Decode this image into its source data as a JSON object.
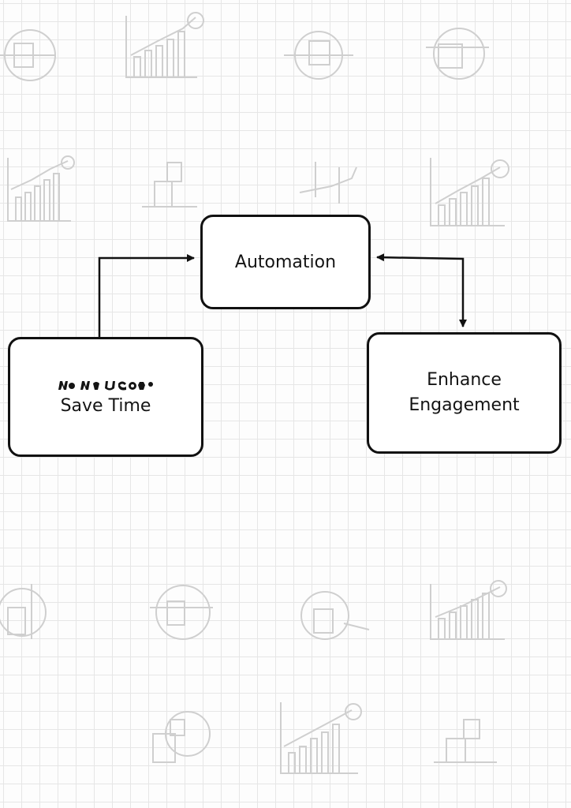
{
  "diagram": {
    "nodes": {
      "automation": {
        "label": "Automation"
      },
      "save_time": {
        "label": "Save Time"
      },
      "enhance_engagement": {
        "line1": "Enhance",
        "line2": "Engagement"
      }
    },
    "edges": [
      {
        "from": "save_time",
        "to": "automation",
        "direction": "forward"
      },
      {
        "from": "automation",
        "to": "enhance_engagement",
        "direction": "both"
      }
    ],
    "colors": {
      "stroke": "#111111",
      "grid": "#e6e6e6",
      "watermark": "#c9c9c9",
      "background": "#fdfdfd"
    },
    "background_icons": [
      "line-chart-icon",
      "bar-chart-icon",
      "target-icon",
      "magnifier-icon"
    ]
  }
}
